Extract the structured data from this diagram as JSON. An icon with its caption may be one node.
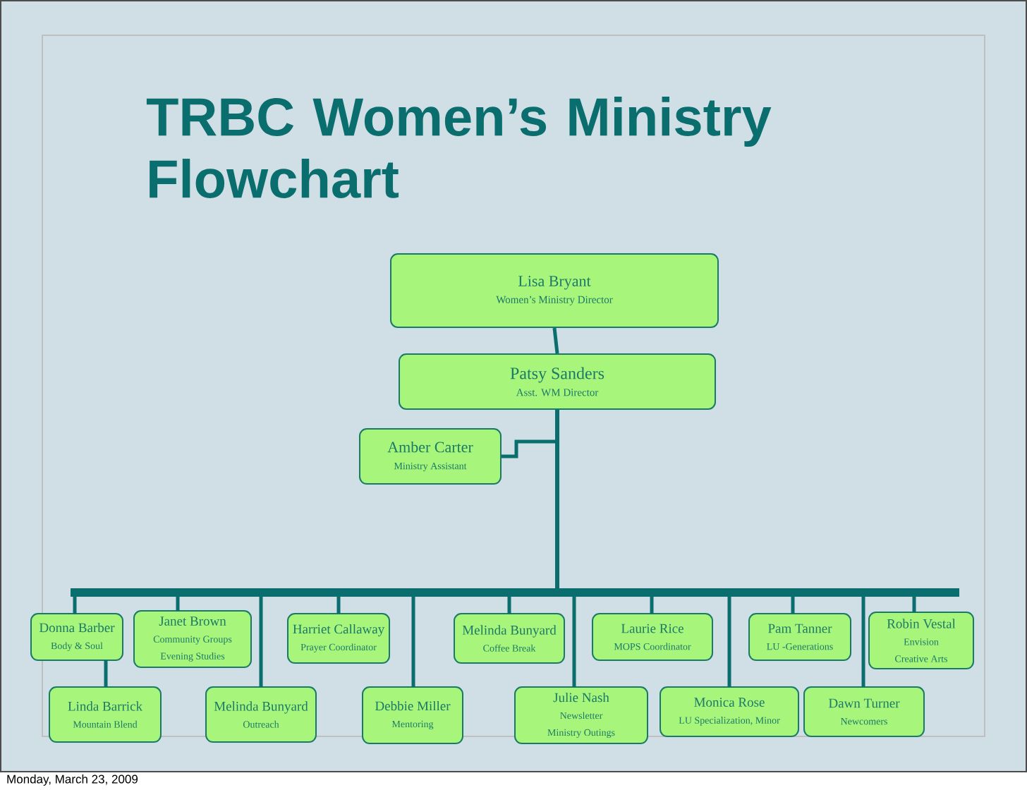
{
  "diagram": {
    "title": "TRBC Women’s Ministry Flowchart",
    "nodes": [
      {
        "text": [
          "Lisa Bryant",
          "Women’s Ministry Director"
        ]
      },
      {
        "text": [
          "Patsy Sanders",
          "Asst. WM Director"
        ]
      },
      {
        "text": [
          "Amber Carter",
          "Ministry Assistant"
        ]
      },
      {
        "text": [
          "Donna Barber",
          "Body & Soul"
        ]
      },
      {
        "text": [
          "Janet Brown",
          "Community Groups",
          "Evening Studies"
        ]
      },
      {
        "text": [
          "Harriet Callaway",
          "Prayer Coordinator"
        ]
      },
      {
        "text": [
          "Melinda Bunyard",
          "Coffee Break"
        ]
      },
      {
        "text": [
          "Laurie Rice",
          "MOPS Coordinator"
        ]
      },
      {
        "text": [
          "Pam Tanner",
          "LU -Generations"
        ]
      },
      {
        "text": [
          "Robin Vestal",
          "Envision",
          "Creative Arts"
        ]
      },
      {
        "text": [
          "Linda Barrick",
          "Mountain Blend"
        ]
      },
      {
        "text": [
          "Melinda Bunyard",
          "Outreach"
        ]
      },
      {
        "text": [
          "Debbie Miller",
          "Mentoring"
        ]
      },
      {
        "text": [
          "Julie Nash",
          "Newsletter",
          "Ministry Outings"
        ]
      },
      {
        "text": [
          "Monica Rose",
          "LU Specialization, Minor"
        ]
      },
      {
        "text": [
          "Dawn Turner",
          "Newcomers"
        ]
      }
    ],
    "edges": [
      {
        "from": 0,
        "to": 1,
        "arrow": "none"
      },
      {
        "from": 1,
        "to": 2,
        "arrow": "none"
      },
      {
        "from": 1,
        "to": 3,
        "arrow": "none"
      },
      {
        "from": 1,
        "to": 4,
        "arrow": "none"
      },
      {
        "from": 1,
        "to": 5,
        "arrow": "none"
      },
      {
        "from": 1,
        "to": 6,
        "arrow": "none"
      },
      {
        "from": 1,
        "to": 7,
        "arrow": "none"
      },
      {
        "from": 1,
        "to": 8,
        "arrow": "none"
      },
      {
        "from": 1,
        "to": 9,
        "arrow": "none"
      },
      {
        "from": 3,
        "to": 10,
        "arrow": "none"
      },
      {
        "from": 1,
        "to": 11,
        "arrow": "none"
      },
      {
        "from": 1,
        "to": 12,
        "arrow": "none"
      },
      {
        "from": 1,
        "to": 13,
        "arrow": "none"
      },
      {
        "from": 1,
        "to": 14,
        "arrow": "none"
      },
      {
        "from": 1,
        "to": 15,
        "arrow": "none"
      }
    ],
    "labels": [
      "Monday, March 23, 2009"
    ]
  }
}
